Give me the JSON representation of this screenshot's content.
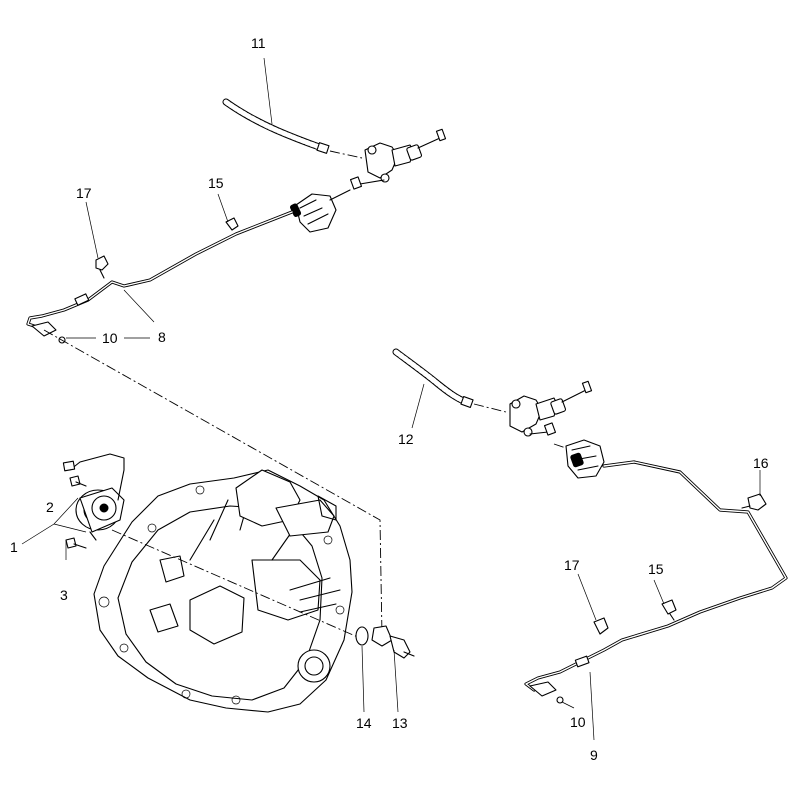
{
  "callouts": {
    "c1": "1",
    "c2": "2",
    "c3": "3",
    "c8": "8",
    "c9": "9",
    "c10a": "10",
    "c10b": "10",
    "c11": "11",
    "c12": "12",
    "c13": "13",
    "c14": "14",
    "c15a": "15",
    "c15b": "15",
    "c16": "16",
    "c17a": "17",
    "c17b": "17"
  }
}
